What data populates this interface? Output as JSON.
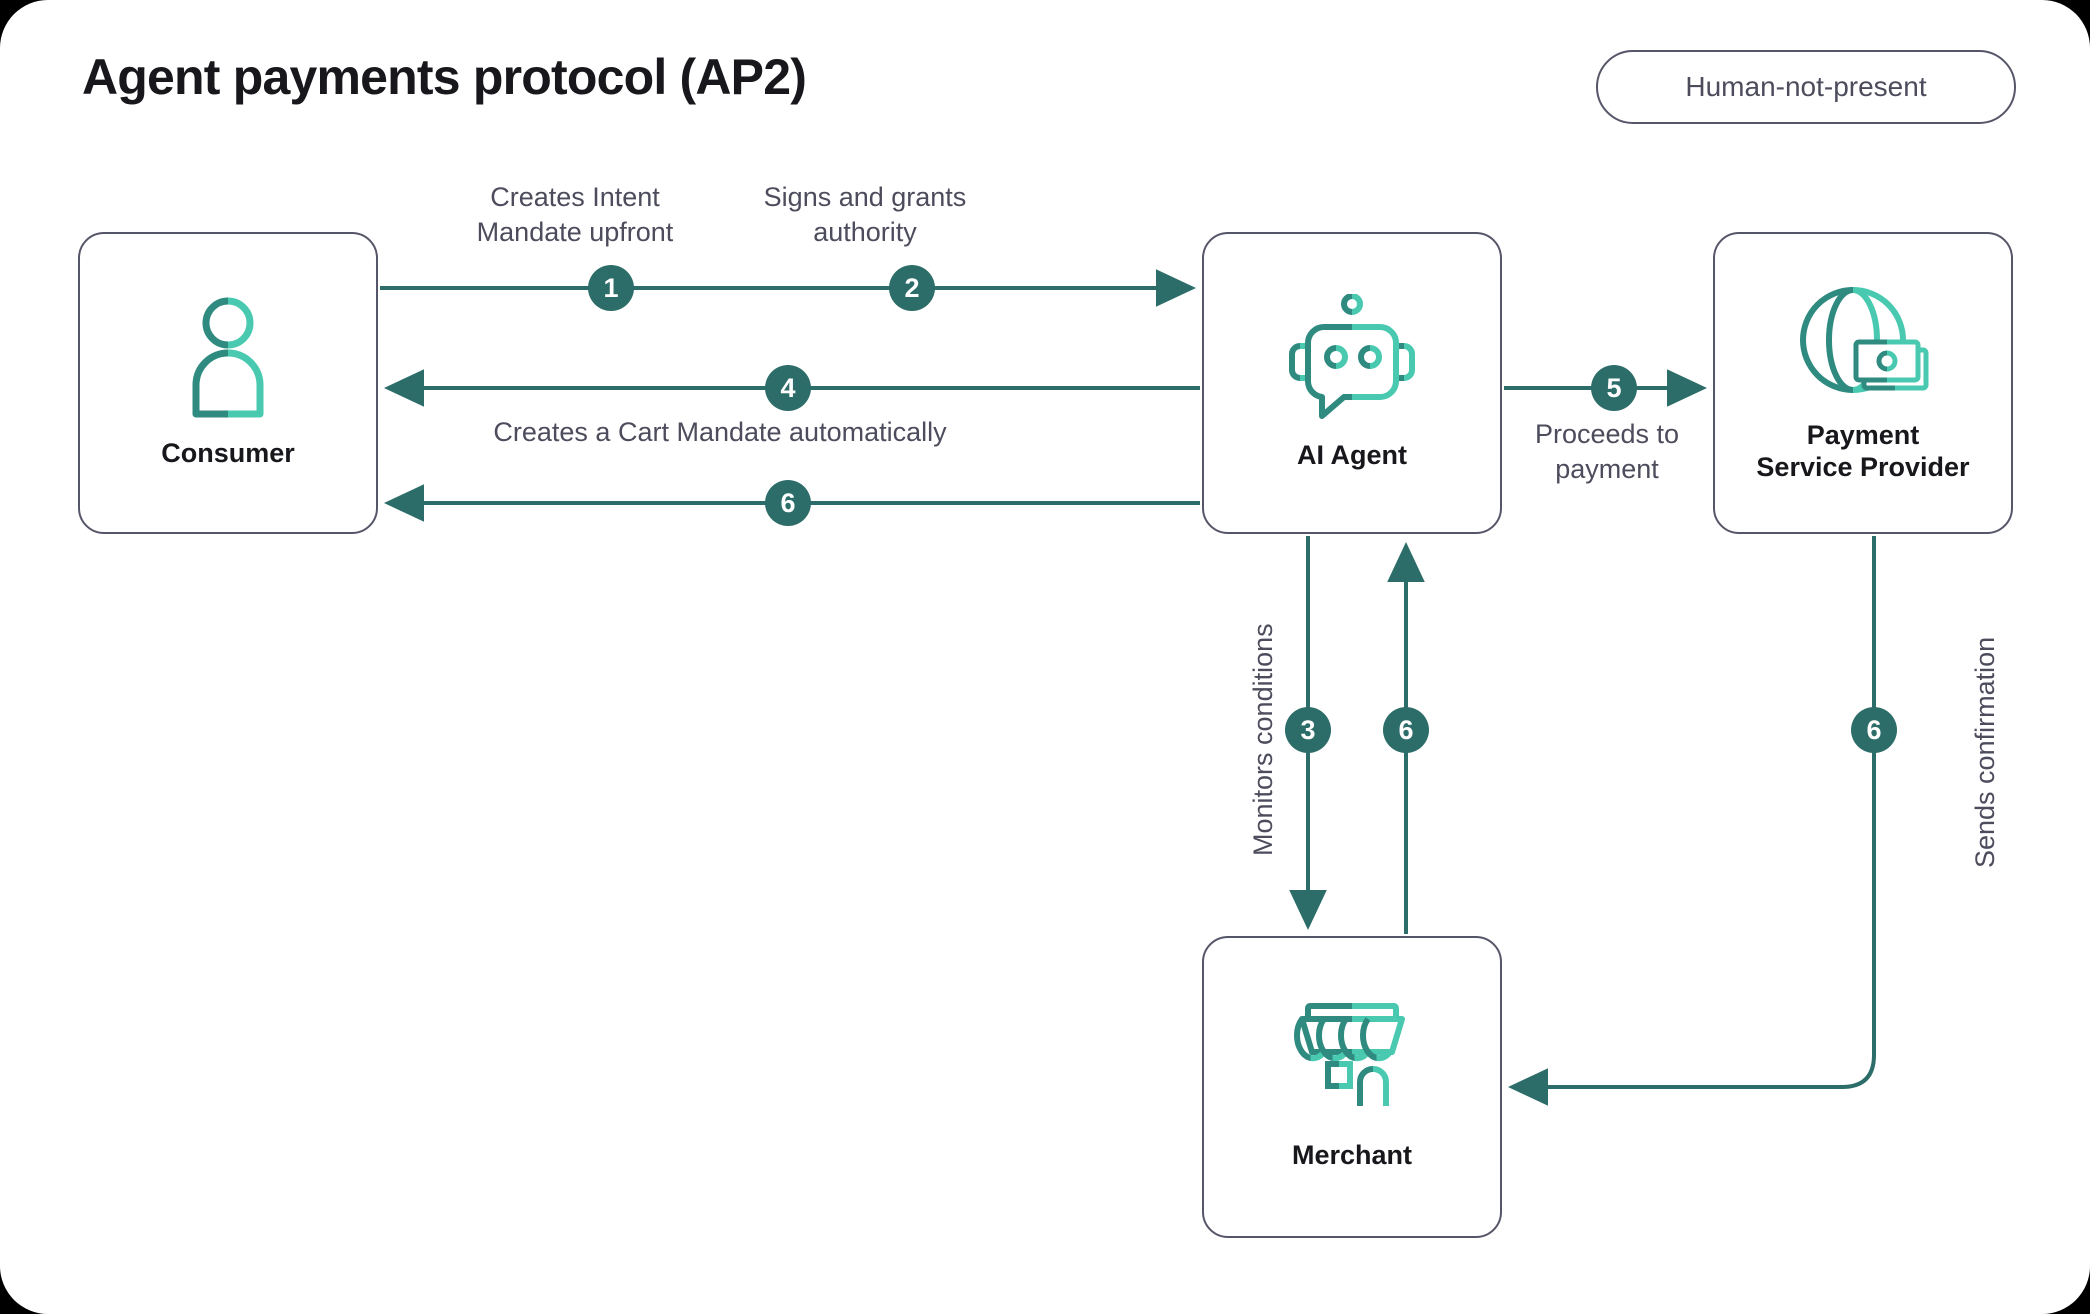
{
  "header": {
    "title": "Agent payments protocol (AP2)",
    "badge_label": "Human-not-present"
  },
  "colors": {
    "accent_dark": "#2c6d69",
    "accent_light": "#49c3ac",
    "border": "#565669",
    "text_primary": "#17171c",
    "text_secondary": "#4c4c5c",
    "background": "#ffffff"
  },
  "nodes": [
    {
      "id": "consumer",
      "label": "Consumer",
      "icon": "person-icon"
    },
    {
      "id": "agent",
      "label": "AI Agent",
      "icon": "robot-icon"
    },
    {
      "id": "psp",
      "label": "Payment\nService Provider",
      "icon": "globe-money-icon"
    },
    {
      "id": "merchant",
      "label": "Merchant",
      "icon": "storefront-icon"
    }
  ],
  "edges": [
    {
      "step": "1",
      "label": "Creates Intent\nMandate upfront",
      "from": "consumer",
      "to": "agent",
      "direction": "right"
    },
    {
      "step": "2",
      "label": "Signs and grants\nauthority",
      "from": "consumer",
      "to": "agent",
      "direction": "right"
    },
    {
      "step": "3",
      "label": "Monitors conditions",
      "from": "agent",
      "to": "merchant",
      "direction": "down"
    },
    {
      "step": "4",
      "label": "",
      "from": "agent",
      "to": "consumer",
      "direction": "left"
    },
    {
      "step": "5",
      "label": "Proceeds to\npayment",
      "from": "agent",
      "to": "psp",
      "direction": "right"
    },
    {
      "step": "6",
      "label": "Creates a Cart Mandate automatically",
      "from": "agent",
      "to": "consumer",
      "direction": "left"
    },
    {
      "step": "6",
      "label": "",
      "from": "merchant",
      "to": "agent",
      "direction": "up"
    },
    {
      "step": "6",
      "label": "Sends confirmation",
      "from": "psp",
      "to": "merchant",
      "direction": "down-left"
    }
  ],
  "steps": {
    "one": "1",
    "two": "2",
    "three": "3",
    "four": "4",
    "five": "5",
    "six_a": "6",
    "six_b": "6",
    "six_c": "6"
  }
}
